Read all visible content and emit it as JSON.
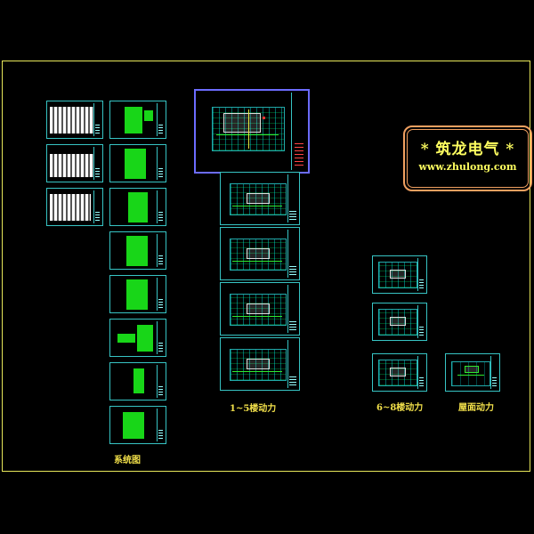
{
  "logo": {
    "title": "*  筑龙电气  *",
    "url": "www.zhulong.com"
  },
  "labels": {
    "system": "系统图",
    "floors_1_5": "1~5楼动力",
    "floors_6_8": "6~8楼动力",
    "roof": "屋面动力"
  },
  "colors": {
    "frame": "#e8e85a",
    "sheet_border": "#37c4c4",
    "highlight_border": "#6c6cff",
    "wiring": "#18d618",
    "label": "#f2e04a",
    "logo": "#f0a060"
  }
}
